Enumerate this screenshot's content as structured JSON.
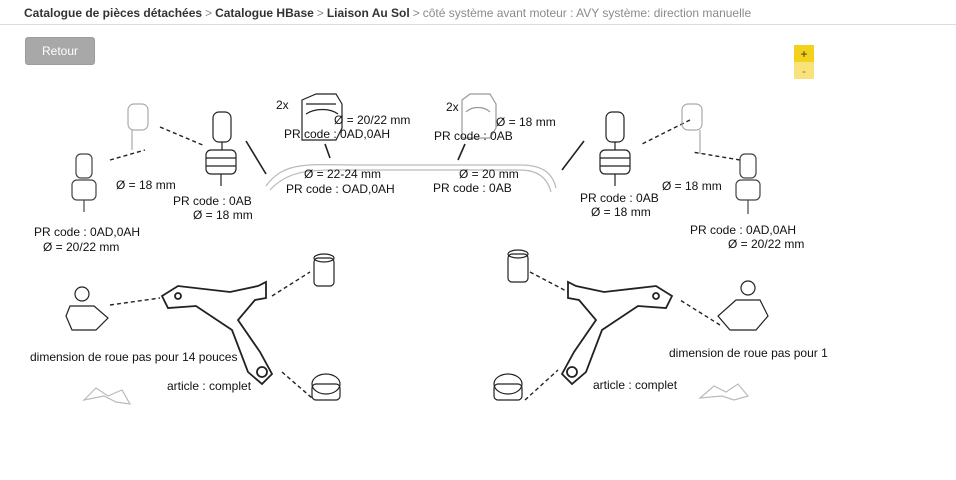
{
  "breadcrumb": {
    "items": [
      "Catalogue de pièces détachées",
      "Catalogue HBase",
      "Liaison Au Sol"
    ],
    "separator": ">",
    "current": "côté système avant moteur : AVY système: direction manuelle"
  },
  "buttons": {
    "back": "Retour",
    "zoom_in": "+",
    "zoom_out": "-"
  },
  "colors": {
    "accent_yellow": "#f4d21b",
    "button_gray": "#a8a8a8"
  },
  "labels": {
    "qty_left": "2x",
    "dia_top_left": "Ø = 20/22 mm",
    "pr_top_left": "PR code : 0AD,0AH",
    "qty_right": "2x",
    "dia_top_right": "Ø = 18 mm",
    "pr_top_right": "PR code : 0AB",
    "dia_bar_left": "Ø = 22-24 mm",
    "pr_bar_left": "PR code : OAD,0AH",
    "dia_bar_right": "Ø = 20 mm",
    "pr_bar_right": "PR code : 0AB",
    "dia_link_left": "Ø = 18 mm",
    "pr_link_left_inner": "PR code : 0AB",
    "dia_link_left_inner": "Ø = 18 mm",
    "pr_link_left_outer": "PR code : 0AD,0AH",
    "dia_link_left_outer": "Ø = 20/22 mm",
    "dia_link_right": "Ø = 18 mm",
    "pr_link_right_inner": "PR code : 0AB",
    "dia_link_right_inner": "Ø = 18 mm",
    "pr_link_right_outer": "PR code : 0AD,0AH",
    "dia_link_right_outer": "Ø = 20/22 mm",
    "wheel_left": "dimension de roue pas pour 14 pouces",
    "wheel_right": "dimension de roue pas pour 1",
    "article_left": "article : complet",
    "article_right": "article : complet"
  }
}
